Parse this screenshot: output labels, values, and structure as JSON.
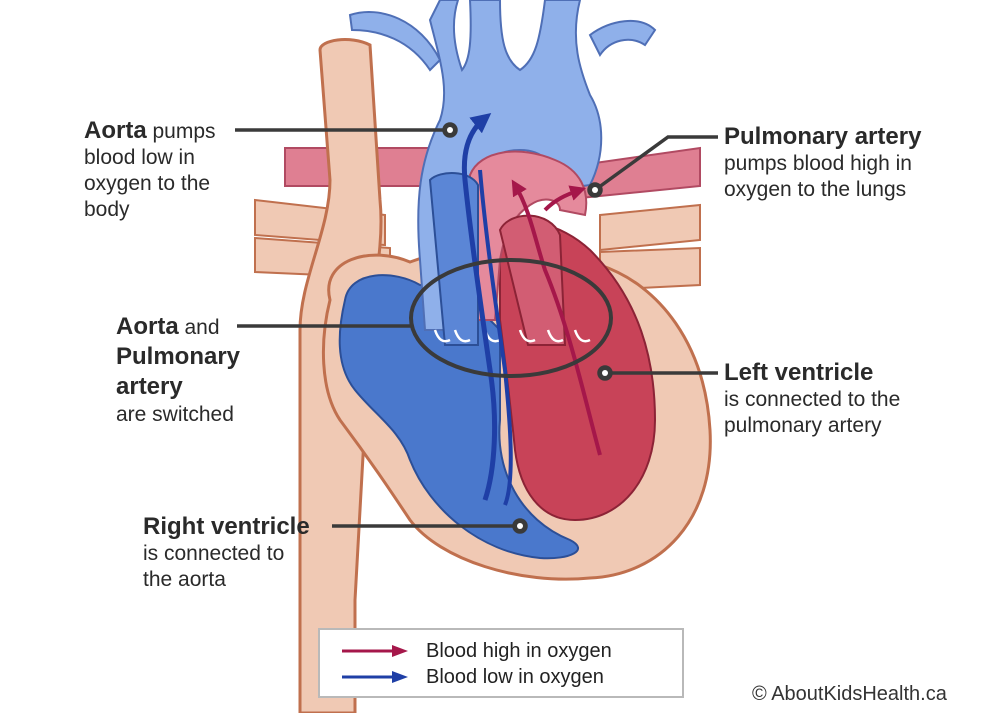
{
  "labels": {
    "aorta": {
      "title": "Aorta",
      "rest": " pumps",
      "lines": [
        "blood low in",
        "oxygen to the",
        "body"
      ]
    },
    "pulmonary_artery": {
      "title": "Pulmonary artery",
      "lines": [
        "pumps blood high in",
        "oxygen to the lungs"
      ]
    },
    "switched": {
      "title": "Aorta",
      "rest": " and",
      "title2": "Pulmonary",
      "title3": "artery",
      "line": "are switched"
    },
    "left_ventricle": {
      "title": "Left ventricle",
      "lines": [
        "is connected to the",
        "pulmonary artery"
      ]
    },
    "right_ventricle": {
      "title": "Right ventricle",
      "lines": [
        "is connected to",
        "the aorta"
      ]
    }
  },
  "legend": {
    "high": "Blood high in oxygen",
    "low": "Blood low in oxygen"
  },
  "copyright": "© AboutKidsHealth.ca",
  "colors": {
    "oxygen_high_arrow": "#a5174a",
    "oxygen_low_arrow": "#1f3fa6",
    "blue_vessel": "#8fb0ea",
    "red_chamber": "#cc4a64",
    "pink_vessel": "#e58a9c",
    "tissue": "#f0c9b4",
    "outline": "#b45a3a"
  }
}
